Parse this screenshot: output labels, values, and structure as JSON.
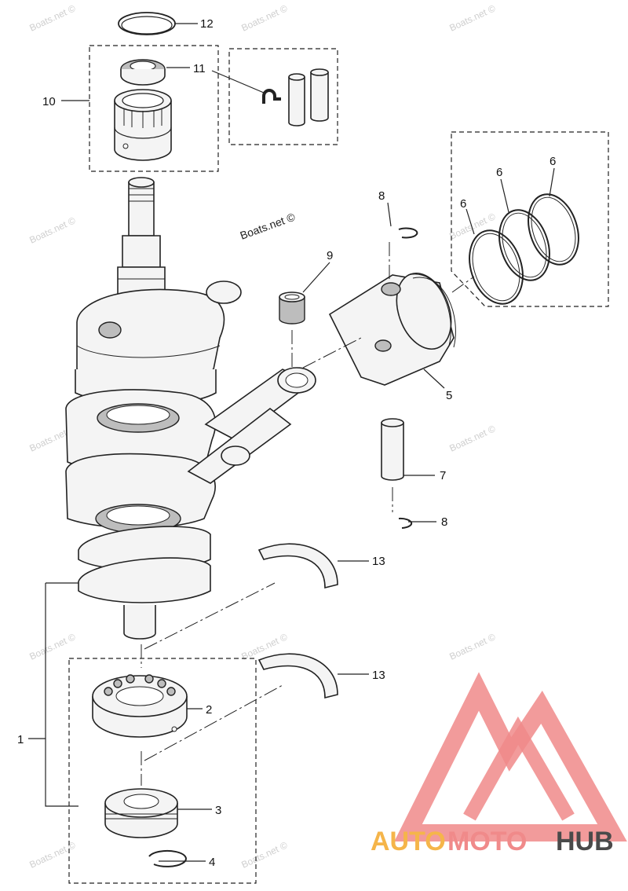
{
  "callouts": [
    {
      "id": "1",
      "text": "1"
    },
    {
      "id": "2",
      "text": "2"
    },
    {
      "id": "3",
      "text": "3"
    },
    {
      "id": "4",
      "text": "4"
    },
    {
      "id": "5",
      "text": "5"
    },
    {
      "id": "6a",
      "text": "6"
    },
    {
      "id": "6b",
      "text": "6"
    },
    {
      "id": "6c",
      "text": "6"
    },
    {
      "id": "7",
      "text": "7"
    },
    {
      "id": "8a",
      "text": "8"
    },
    {
      "id": "8b",
      "text": "8"
    },
    {
      "id": "9",
      "text": "9"
    },
    {
      "id": "10",
      "text": "10"
    },
    {
      "id": "11",
      "text": "11"
    },
    {
      "id": "12",
      "text": "12"
    },
    {
      "id": "13a",
      "text": "13"
    },
    {
      "id": "13b",
      "text": "13"
    }
  ],
  "watermark": {
    "main": "Boats.net ©",
    "tile": "Boats.net ©"
  },
  "logo": {
    "part1": "AUTO",
    "part2": "MOTO",
    "part3": "HUB",
    "color_primary": "#f08a8a",
    "color_secondary": "#f5b54a",
    "color_dark": "#4a4a4a"
  }
}
